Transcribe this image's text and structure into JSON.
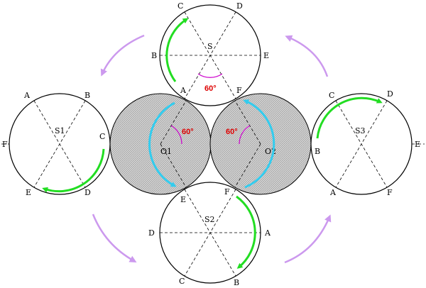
{
  "colors": {
    "stroke": "#000000",
    "green_arrow": "#22dd22",
    "cyan_arrow": "#33ccee",
    "purple_arrow": "#cc99ee",
    "magenta_arc": "#cc00cc",
    "angle_text": "#dd0000",
    "hatch_fill": "#c8c8c8"
  },
  "circle_S": {
    "center_label": "S",
    "points": {
      "C": "C",
      "D": "D",
      "B": "B",
      "E": "E",
      "A": "A",
      "F": "F"
    },
    "angle_text": "60°"
  },
  "circle_S1": {
    "center_label": "S1",
    "points": {
      "A": "A",
      "B": "B",
      "F": "F",
      "C": "C",
      "E": "E",
      "D": "D"
    }
  },
  "circle_S2": {
    "center_label": "S2",
    "points": {
      "E": "E",
      "F": "F",
      "D": "D",
      "A": "A",
      "C": "C",
      "B": "B"
    }
  },
  "circle_S3": {
    "center_label": "S3",
    "points": {
      "C": "C",
      "D": "D",
      "B": "B",
      "E": "E",
      "A": "A",
      "F": "F"
    }
  },
  "circle_O1": {
    "center_label": "O1",
    "angle_text": "60°"
  },
  "circle_O2": {
    "center_label": "O2",
    "angle_text": "60°"
  }
}
